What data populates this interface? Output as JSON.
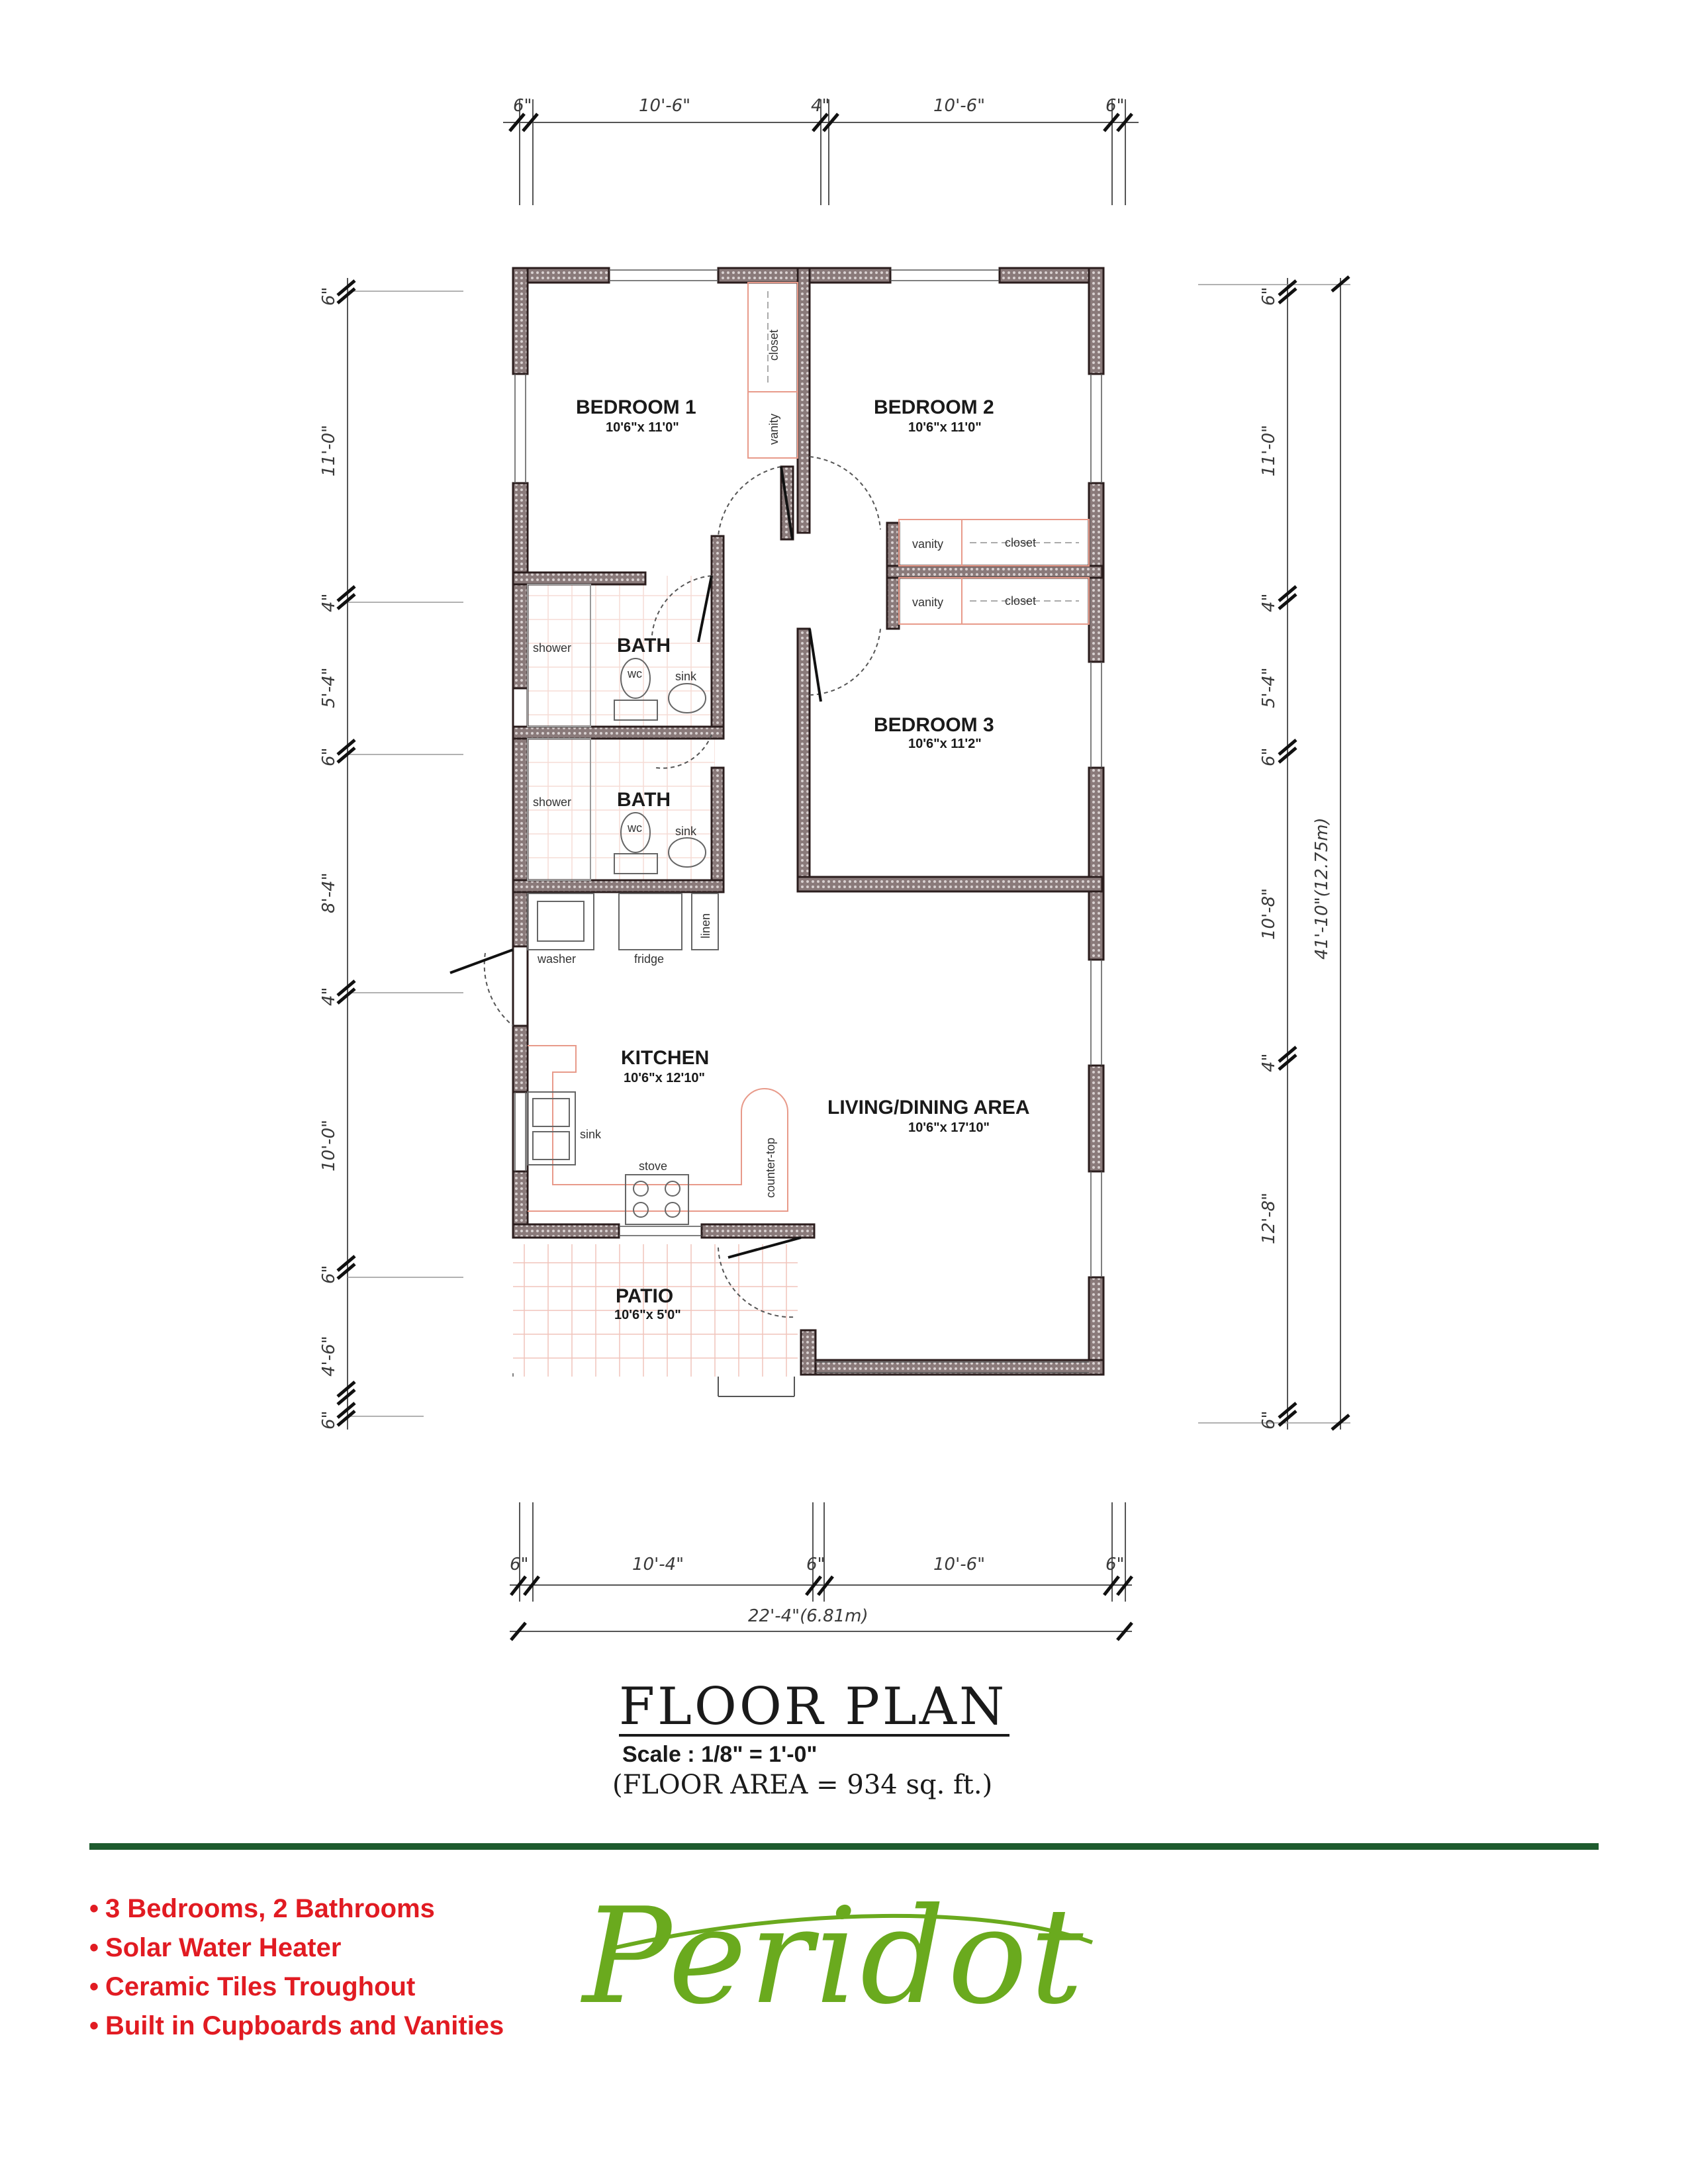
{
  "dimensions": {
    "top": [
      "6\"",
      "10'-6\"",
      "4\"",
      "10'-6\"",
      "6\""
    ],
    "bottom": [
      "6\"",
      "10'-4\"",
      "6\"",
      "10'-6\"",
      "6\""
    ],
    "bottom_total": "22'-4\"(6.81m)",
    "left": [
      "6\"",
      "11'-0\"",
      "4\"",
      "5'-4\"",
      "6\"",
      "8'-4\"",
      "4\"",
      "10'-0\"",
      "6\"",
      "4'-6\"",
      "6\""
    ],
    "right": [
      "6\"",
      "11'-0\"",
      "4\"",
      "5'-4\"",
      "6\"",
      "10'-8\"",
      "4\"",
      "12'-8\"",
      "6\""
    ],
    "right_total": "41'-10\"(12.75m)"
  },
  "rooms": {
    "bedroom1": {
      "name": "BEDROOM  1",
      "size": "10'6\"x 11'0\""
    },
    "bedroom2": {
      "name": "BEDROOM  2",
      "size": "10'6\"x 11'0\""
    },
    "bedroom3": {
      "name": "BEDROOM  3",
      "size": "10'6\"x 11'2\""
    },
    "bath1": {
      "name": "BATH"
    },
    "bath2": {
      "name": "BATH"
    },
    "kitchen": {
      "name": "KITCHEN",
      "size": "10'6\"x 12'10\""
    },
    "living": {
      "name": "LIVING/DINING  AREA",
      "size": "10'6\"x 17'10\""
    },
    "patio": {
      "name": "PATIO",
      "size": "10'6\"x 5'0\""
    }
  },
  "fixtures": {
    "closet": "closet",
    "vanity": "vanity",
    "shower": "shower",
    "wc": "wc",
    "sink": "sink",
    "linen": "linen",
    "washer": "washer",
    "fridge": "fridge",
    "stove": "stove",
    "countertop": "counter-top"
  },
  "title_block": {
    "title": "FLOOR    PLAN",
    "scale": "Scale : 1/8\" = 1'-0\"",
    "area": "(FLOOR  AREA  =  934  sq.  ft.)"
  },
  "features": [
    "3 Bedrooms, 2 Bathrooms",
    "Solar Water Heater",
    "Ceramic Tiles Troughout",
    "Built in Cupboards and Vanities"
  ],
  "brand": "Peridot",
  "colors": {
    "divider": "#1e5b2e",
    "features": "#e11b22",
    "brand": "#6aaa1e",
    "wall": "#2b1d1d",
    "fixture_line": "#e89a8a"
  }
}
